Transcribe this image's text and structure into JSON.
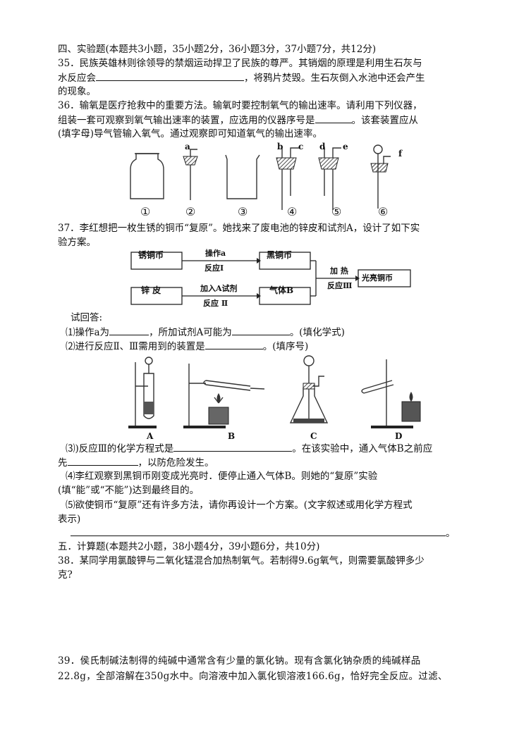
{
  "section4": {
    "header": "四、实验题(本题共3小题，35小题2分，36小题3分，37小题7分，共12分)",
    "q35_a": "35．民族英雄林则徐领导的禁烟运动捍卫了民族的尊严。其销烟的原理是利用生石灰与",
    "q35_b1": "水反应会",
    "q35_b2": "，将鸦片焚毁。生石灰倒入水池中还会产生",
    "q35_c": "的现象。",
    "q36_a": "36．输氧是医疗抢救中的重要方法。输氧时要控制氧气的输出速率。请利用下列仪器，",
    "q36_b1": "组装一套可观察到氧气输出速率的装置，应选用的仪器序号是",
    "q36_b2": "。该套装置应从",
    "q36_c": "(填字母)导气管输入氧气。通过观察即可知道氧气的输出速率。"
  },
  "apparatus1": {
    "numbers": [
      "①",
      "②",
      "③",
      "④",
      "⑤",
      "⑥"
    ],
    "letters": [
      "a",
      "b",
      "c",
      "d",
      "e",
      "f"
    ]
  },
  "q37": {
    "intro_a": "37．李红想把一枚生锈的铜币“复原”。她找来了废电池的锌皮和试剂A，设计了如下实",
    "intro_b": "验方案。",
    "flow": {
      "rusty_coin": "锈铜币",
      "op_a": "操作a",
      "reaction_1": "反应Ⅰ",
      "black_coin": "黑铜币",
      "zinc_skin": "锌 皮",
      "add_reagent_a": "加入A试剂",
      "reaction_2": "反应 Ⅱ",
      "gas_b": "气体B",
      "heat": "加 热",
      "reaction_3": "反应Ⅲ",
      "shiny_coin": "光亮铜币"
    },
    "answer_prompt": "试回答:",
    "p1_a": "⑴操作a为",
    "p1_b": "，所加试剂A可能为",
    "p1_c": "。(填化学式)",
    "p2_a": "⑵进行反应Ⅱ、Ⅲ需用到的装置是",
    "p2_b": "。(填序号)",
    "apparatus_labels": [
      "A",
      "B",
      "C",
      "D"
    ],
    "p3_a": "⑶)反应Ⅲ的化学方程式是",
    "p3_b": "。在该实验中，通入气体B之前应",
    "p3_c1": "先",
    "p3_c2": "，以防危险发生。",
    "p4_a": "⑷李红观察到黑铜币刚变成光亮时．便停止通入气体B。则她的“复原”实验",
    "p4_b": "(填“能”或“不能”)达到最终目的。",
    "p5_a": "⑸欲使铜币“复原”还有许多方法，请你再设计一个方案。(文字叙述或用化学方程式",
    "p5_b": "表示)",
    "p5_end": "。"
  },
  "section5": {
    "header": "五．计算题(本题共2小题，38小题4分，39小题6分，共10分)",
    "q38_a": "38．某同学用氯酸钾与二氧化锰混合加热制氧气。若制得9.6g氧气，则需要氯酸钾多少",
    "q38_b": "克?",
    "q39_a": "39．侯氏制碱法制得的纯碱中通常含有少量的氯化钠。现有含氯化钠杂质的纯碱样品",
    "q39_b": "22.8g，全部溶解在350g水中。向溶液中加入氯化钡溶液166.6g，恰好完全反应。过滤、"
  }
}
